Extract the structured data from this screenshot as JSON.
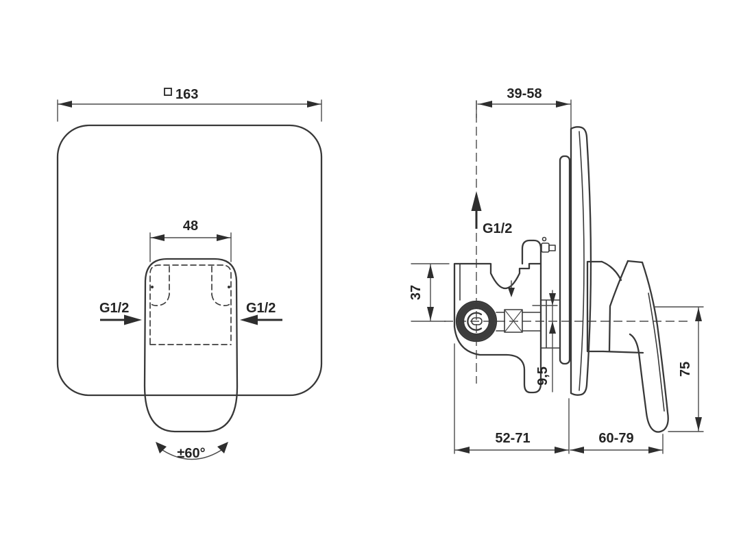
{
  "front_view": {
    "plate_size": "163",
    "handle_width": "48",
    "left_connection": "G1/2",
    "right_connection": "G1/2",
    "handle_swivel": "±60°"
  },
  "side_view": {
    "wall_distance": "39-58",
    "top_connection": "G1/2",
    "axis_height": "37",
    "offset": "9,5",
    "recess_depth": "52-71",
    "projection": "60-79",
    "handle_length": "75"
  }
}
